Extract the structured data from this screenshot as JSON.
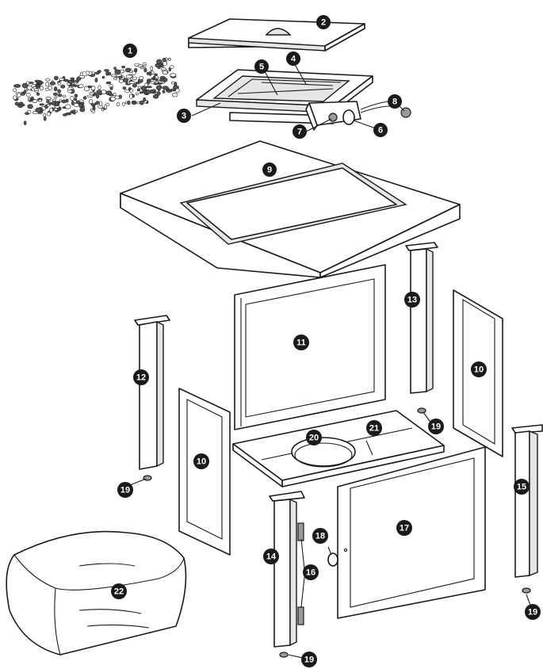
{
  "callouts": [
    {
      "id": "1",
      "label": "1"
    },
    {
      "id": "2",
      "label": "2"
    },
    {
      "id": "3",
      "label": "3"
    },
    {
      "id": "4",
      "label": "4"
    },
    {
      "id": "5",
      "label": "5"
    },
    {
      "id": "6",
      "label": "6"
    },
    {
      "id": "7",
      "label": "7"
    },
    {
      "id": "8",
      "label": "8"
    },
    {
      "id": "9",
      "label": "9"
    },
    {
      "id": "10a",
      "label": "10"
    },
    {
      "id": "10b",
      "label": "10"
    },
    {
      "id": "11",
      "label": "11"
    },
    {
      "id": "12",
      "label": "12"
    },
    {
      "id": "13",
      "label": "13"
    },
    {
      "id": "14",
      "label": "14"
    },
    {
      "id": "15",
      "label": "15"
    },
    {
      "id": "16",
      "label": "16"
    },
    {
      "id": "17",
      "label": "17"
    },
    {
      "id": "18",
      "label": "18"
    },
    {
      "id": "19a",
      "label": "19"
    },
    {
      "id": "19b",
      "label": "19"
    },
    {
      "id": "19c",
      "label": "19"
    },
    {
      "id": "19d",
      "label": "19"
    },
    {
      "id": "20",
      "label": "20"
    },
    {
      "id": "21",
      "label": "21"
    },
    {
      "id": "22",
      "label": "22"
    }
  ]
}
